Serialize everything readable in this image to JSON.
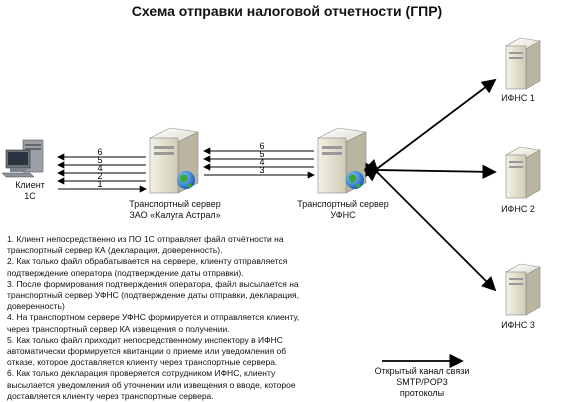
{
  "title": "Схема отправки налоговой отчетности (ГПР)",
  "labels": {
    "client_line1": "Клиент",
    "client_line2": "1С",
    "server_ka_line1": "Транспортный сервер",
    "server_ka_line2": "ЗАО «Калуга Астрал»",
    "server_ufns_line1": "Транспортный сервер",
    "server_ufns_line2": "УФНС",
    "ifns1": "ИФНС 1",
    "ifns2": "ИФНС 2",
    "ifns3": "ИФНС 3",
    "channel_line1": "Открытый канал связи",
    "channel_line2": "SMTP/POP3",
    "channel_line3": "протоколы"
  },
  "arrow_numbers_left": [
    "6",
    "5",
    "4",
    "2",
    "1"
  ],
  "arrow_numbers_right": [
    "6",
    "5",
    "4",
    "3"
  ],
  "steps": [
    "1. Клиент непосредственно из ПО 1С отправляет файл отчётности на транспортный сервер КА (декларация, доверенность).",
    "2. Как только файл обрабатывается на сервере, клиенту отправляется подтверждение оператора (подтверждение даты отправки).",
    "3. После формирования подтверждения оператора, файл высылается на транспортный сервер УФНС (подтверждение даты отправки, декларация, доверенность)",
    "4. На транспортном сервере УФНС формируется и отправляется клиенту, через транспортный сервер КА извещения о получении.",
    "5. Как только файл приходит непосредственному инспектору в ИФНС автоматически формируется квитанции о приеме или уведомления об отказе, которое доставляется клиенту через транспортные сервера.",
    "6. Как только декларация проверяется сотрудником ИФНС, клиенту высылается уведомления об уточнении или извещения о вводе, которое доставляется клиенту через транспортные сервера."
  ]
}
